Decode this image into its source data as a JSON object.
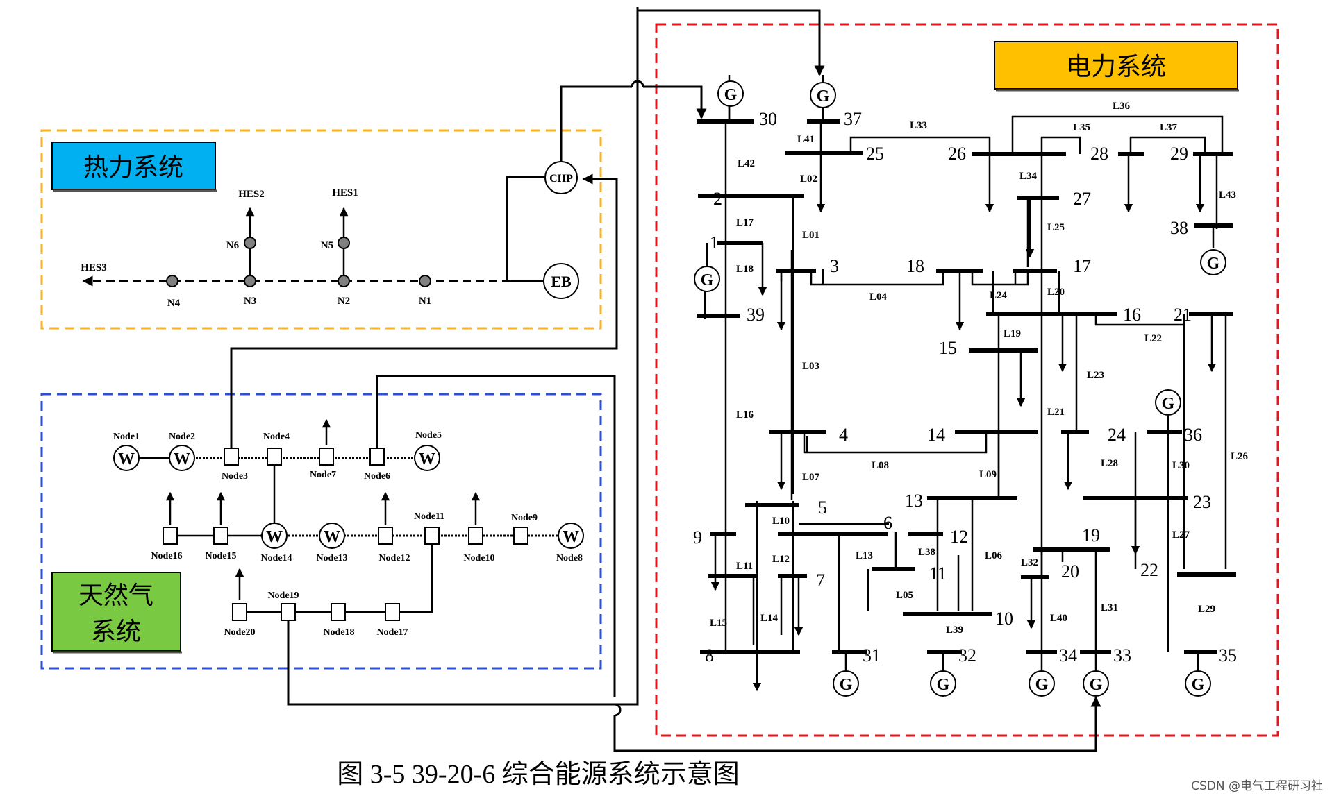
{
  "labels": {
    "power_system": "电力系统",
    "heat_system": "热力系统",
    "gas_system_line1": "天然气",
    "gas_system_line2": "系统",
    "caption": "图 3-5 39-20-6 综合能源系统示意图",
    "watermark": "CSDN @电气工程研习社"
  },
  "heat": {
    "chp": "CHP",
    "eb": "EB",
    "nodes": [
      "N1",
      "N2",
      "N3",
      "N4",
      "N5",
      "N6"
    ],
    "loads": [
      "HES1",
      "HES2",
      "HES3"
    ]
  },
  "gas": {
    "nodes": [
      "Node1",
      "Node2",
      "Node3",
      "Node4",
      "Node5",
      "Node6",
      "Node7",
      "Node8",
      "Node9",
      "Node10",
      "Node11",
      "Node12",
      "Node13",
      "Node14",
      "Node15",
      "Node16",
      "Node17",
      "Node18",
      "Node19",
      "Node20"
    ],
    "well_symbol": "W"
  },
  "power": {
    "gen_symbol": "G",
    "buses": [
      "1",
      "2",
      "3",
      "4",
      "5",
      "6",
      "7",
      "8",
      "9",
      "10",
      "11",
      "12",
      "13",
      "14",
      "15",
      "16",
      "17",
      "18",
      "19",
      "20",
      "21",
      "22",
      "23",
      "24",
      "25",
      "26",
      "27",
      "28",
      "29",
      "30",
      "31",
      "32",
      "33",
      "34",
      "35",
      "36",
      "37",
      "38",
      "39"
    ],
    "lines": [
      "L01",
      "L02",
      "L03",
      "L04",
      "L05",
      "L06",
      "L07",
      "L08",
      "L09",
      "L10",
      "L11",
      "L12",
      "L13",
      "L14",
      "L15",
      "L16",
      "L17",
      "L18",
      "L19",
      "L20",
      "L21",
      "L22",
      "L23",
      "L24",
      "L25",
      "L26",
      "L27",
      "L28",
      "L29",
      "L30",
      "L31",
      "L32",
      "L33",
      "L34",
      "L35",
      "L36",
      "L37",
      "L38",
      "L39",
      "L40",
      "L41",
      "L42",
      "L43"
    ]
  },
  "colors": {
    "power_border": "#e8141c",
    "heat_border": "#f5b325",
    "gas_border": "#2b4fd8",
    "power_label_bg": "#ffc000",
    "heat_label_bg": "#00b0f0",
    "gas_label_bg": "#7ac943"
  }
}
